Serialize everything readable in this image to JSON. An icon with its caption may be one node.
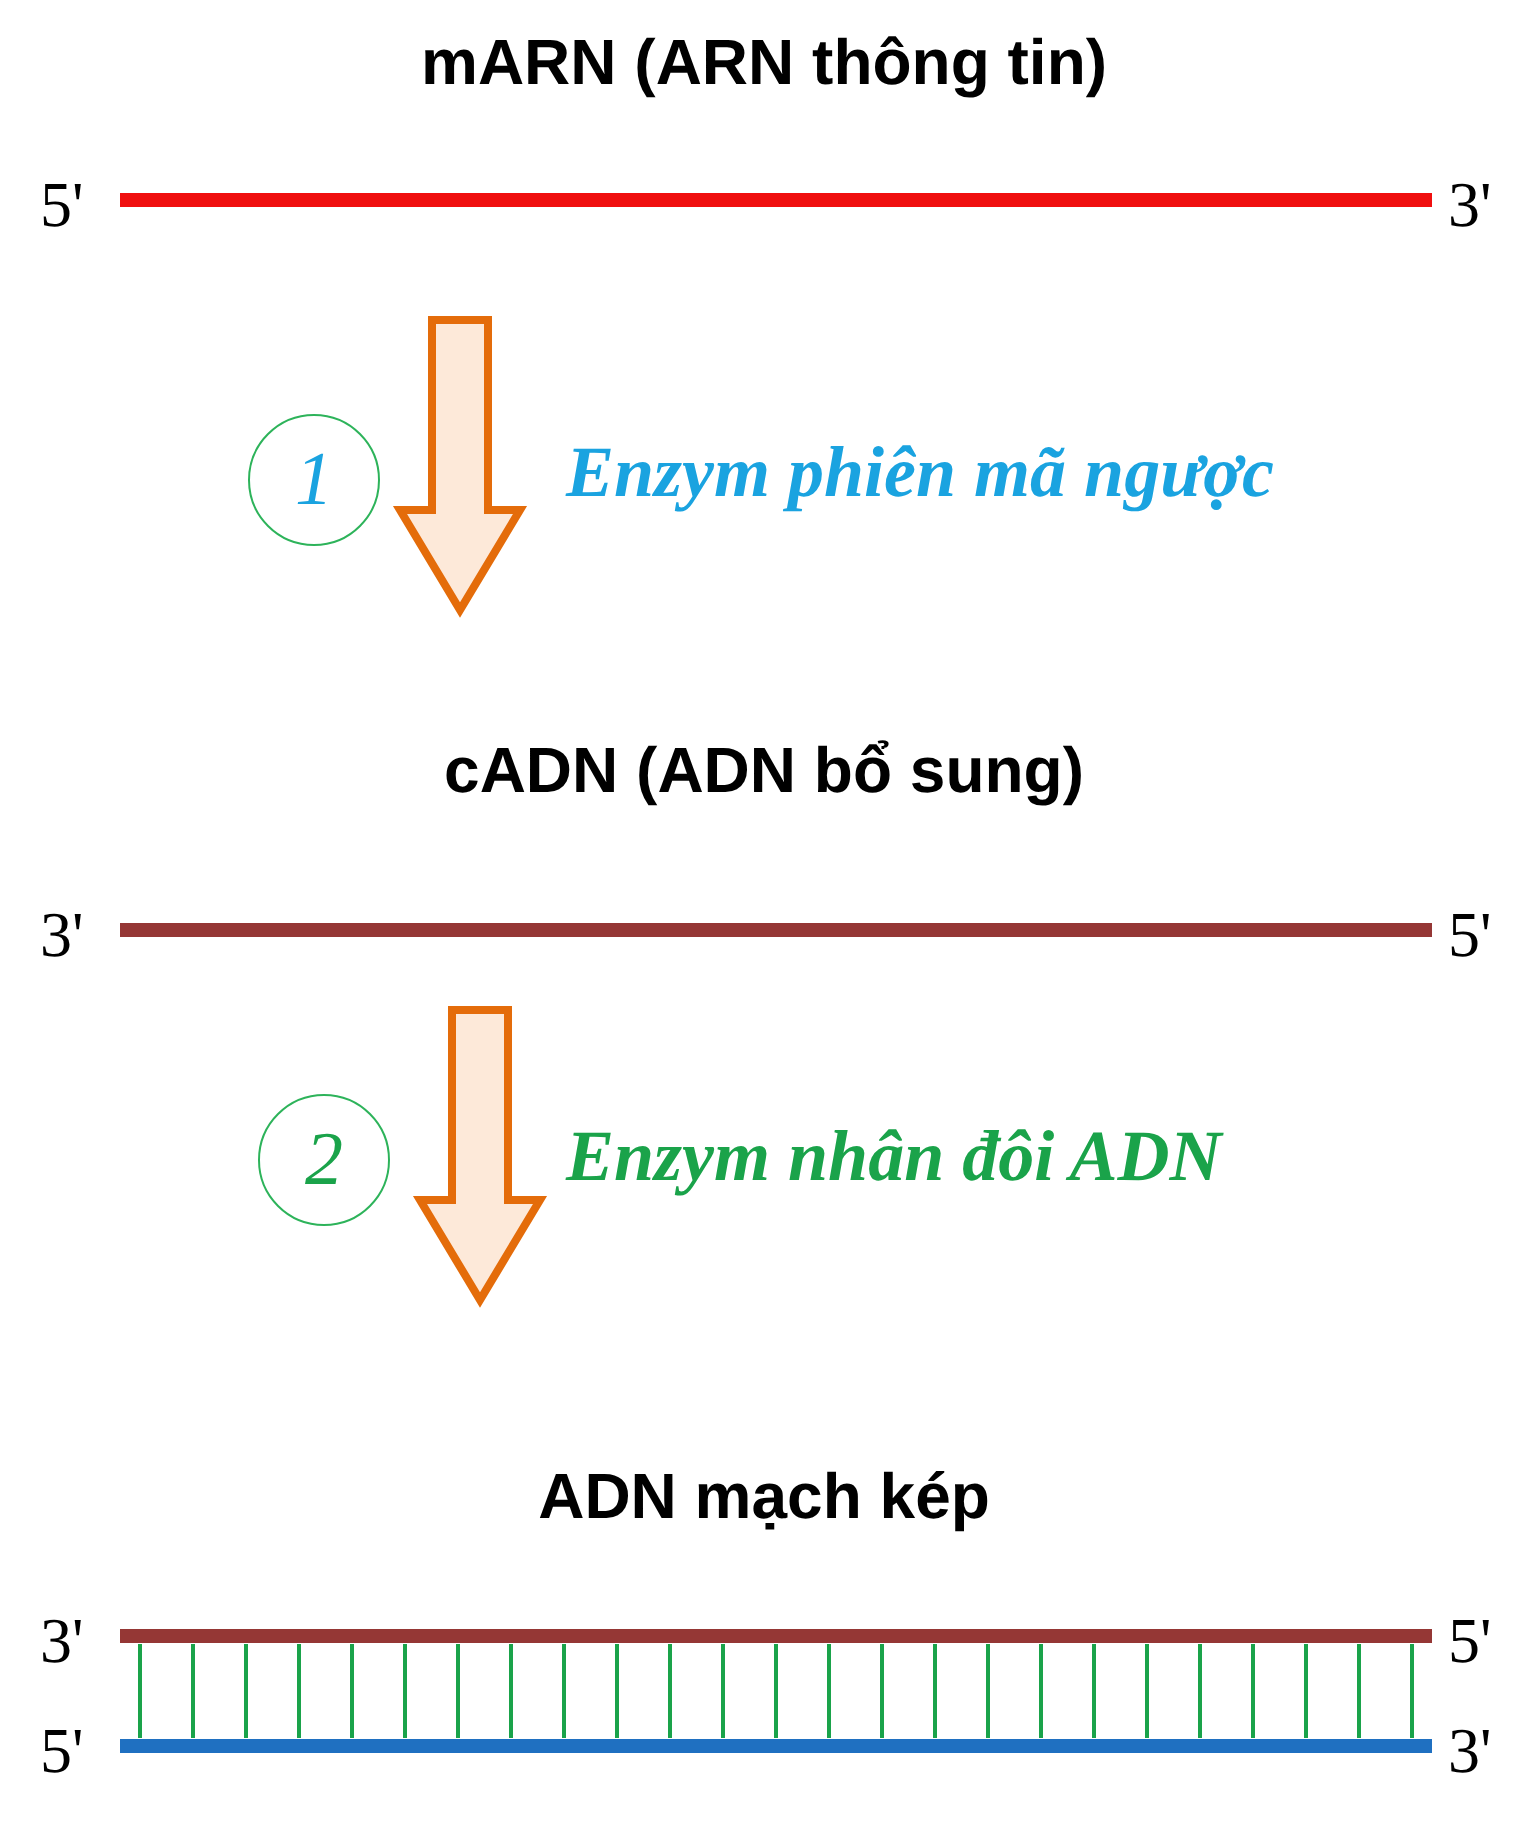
{
  "diagram": {
    "nodes": [
      {
        "text": [
          "mARN (ARN thông tin)",
          "5'",
          "3'"
        ]
      },
      {
        "text": [
          "1"
        ]
      },
      {
        "text": [
          "cADN (ADN bổ sung)",
          "3'",
          "5'"
        ]
      },
      {
        "text": [
          "2"
        ]
      },
      {
        "text": [
          "ADN mạch kép",
          "3'",
          "5'",
          "5'",
          "3'"
        ]
      }
    ],
    "edges": [
      {
        "from": 0,
        "to": 2,
        "arrow": "to",
        "label": "Enzym phiên mã ngược"
      },
      {
        "from": 2,
        "to": 4,
        "arrow": "to",
        "label": "Enzym nhân đôi ADN"
      }
    ]
  }
}
